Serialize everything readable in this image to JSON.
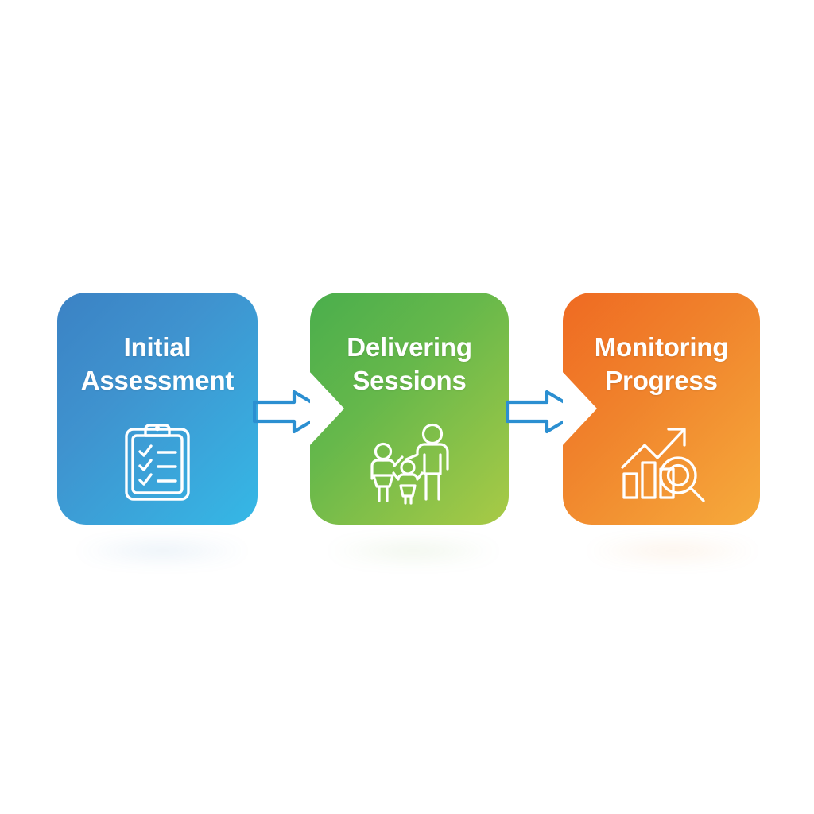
{
  "diagram": {
    "type": "horizontal-process-flow",
    "title": "",
    "background_color": "#ffffff",
    "step_count": 3,
    "arrow_color": "#2b8fd1",
    "steps": [
      {
        "id": "initial-assessment",
        "label": "Initial\nAssessment",
        "line1": "Initial",
        "line2": "Assessment",
        "icon": "clipboard-checklist-icon",
        "text_color": "#ffffff",
        "gradient_from": "#3b82c4",
        "gradient_to": "#35b8e6",
        "has_left_notch": false
      },
      {
        "id": "delivering-sessions",
        "label": "Delivering\nSessions",
        "line1": "Delivering",
        "line2": "Sessions",
        "icon": "family-group-icon",
        "text_color": "#ffffff",
        "gradient_from": "#4aae4c",
        "gradient_to": "#a9ca46",
        "has_left_notch": true
      },
      {
        "id": "monitoring-progress",
        "label": "Monitoring\nProgress",
        "line1": "Monitoring",
        "line2": "Progress",
        "icon": "growth-chart-magnifier-icon",
        "text_color": "#ffffff",
        "gradient_from": "#ef6a22",
        "gradient_to": "#f6ab3c",
        "has_left_notch": true
      }
    ],
    "connectors": [
      {
        "id": "connector-1",
        "from": "initial-assessment",
        "to": "delivering-sessions",
        "icon": "arrow-right-outline-icon",
        "color": "#2b8fd1"
      },
      {
        "id": "connector-2",
        "from": "delivering-sessions",
        "to": "monitoring-progress",
        "icon": "arrow-right-outline-icon",
        "color": "#2b8fd1"
      }
    ]
  }
}
